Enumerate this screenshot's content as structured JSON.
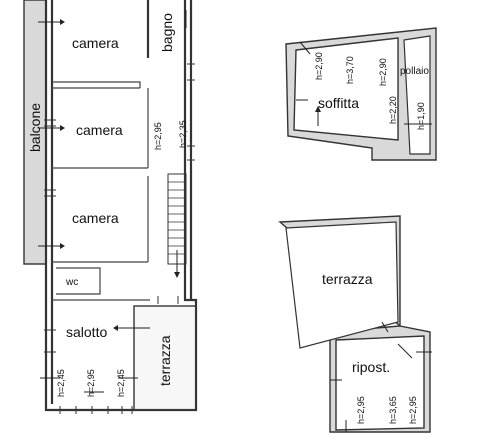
{
  "ground_floor": {
    "rooms": {
      "camera_1": "camera",
      "bagno": "bagno",
      "camera_2": "camera",
      "camera_3": "camera",
      "balcone": "balcone",
      "wc": "wc",
      "salotto": "salotto",
      "terrazza": "terrazza"
    },
    "heights": {
      "h_camera2": "h=2,95",
      "h_corridor": "h=2,35",
      "h_salotto_1": "h=2,45",
      "h_salotto_2": "h=2,95",
      "h_salotto_3": "h=2,45"
    }
  },
  "attic": {
    "rooms": {
      "soffitta": "soffitta",
      "pollaio": "pollaio"
    },
    "heights": {
      "h_1": "h=2,90",
      "h_2": "h=3,70",
      "h_3": "h=2,90",
      "h_4": "h=2,20",
      "h_5": "h=1,90"
    }
  },
  "roof_terrace": {
    "rooms": {
      "terrazza": "terrazza",
      "ripost": "ripost."
    },
    "heights": {
      "h_1": "h=2,95",
      "h_2": "h=3,65",
      "h_3": "h=2,95"
    }
  }
}
